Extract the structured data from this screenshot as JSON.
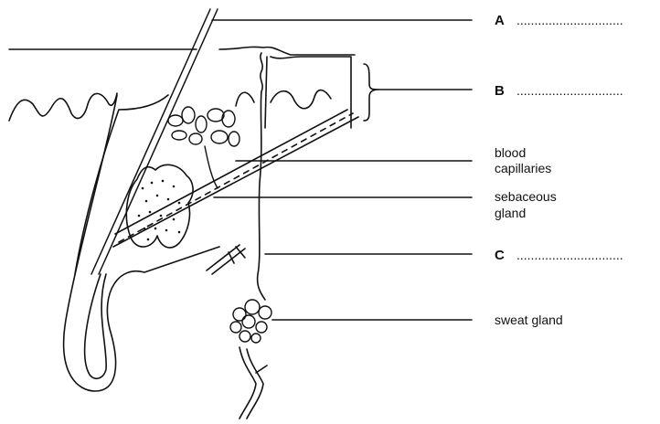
{
  "diagram": {
    "labels": {
      "a": "A",
      "b": "B",
      "c": "C",
      "blood_capillaries_line1": "blood",
      "blood_capillaries_line2": "capillaries",
      "sebaceous_gland_line1": "sebaceous",
      "sebaceous_gland_line2": "gland",
      "sweat_gland": "sweat gland"
    },
    "answer_dots": {
      "a": "..............................",
      "b": "..............................",
      "c": ".............................."
    }
  }
}
